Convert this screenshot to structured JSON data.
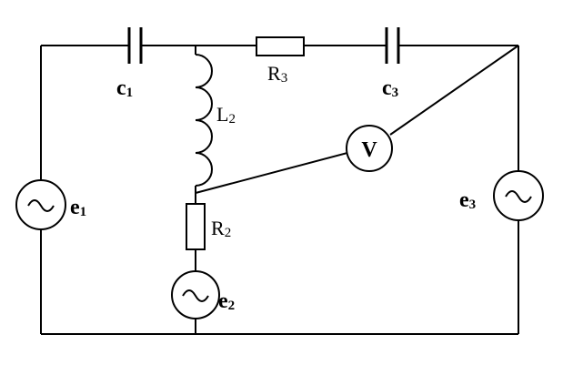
{
  "diagram": {
    "labels": {
      "c1": {
        "main": "c",
        "sub": "1"
      },
      "c3": {
        "main": "c",
        "sub": "3"
      },
      "r3": {
        "main": "R",
        "sub": "3"
      },
      "l2": {
        "main": "L",
        "sub": "2"
      },
      "r2": {
        "main": "R",
        "sub": "2"
      },
      "e1": {
        "main": "e",
        "sub": "1"
      },
      "e2": {
        "main": "e",
        "sub": "2"
      },
      "e3": {
        "main": "e",
        "sub": "3"
      },
      "voltmeter": "V"
    },
    "source_symbol": "~"
  }
}
